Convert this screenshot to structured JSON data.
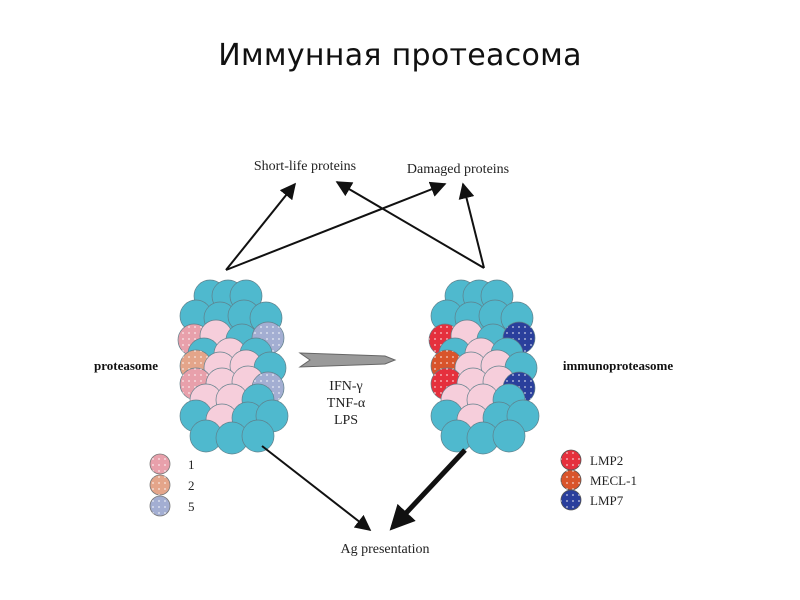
{
  "slide": {
    "title": "Иммунная протеасома"
  },
  "diagram": {
    "left_label": "proteasome",
    "right_label": "immunoproteasome",
    "top_targets": {
      "short_life": "Short-life proteins",
      "damaged": "Damaged proteins"
    },
    "bottom_target": "Ag presentation",
    "inducers": [
      "IFN-γ",
      "TNF-α",
      "LPS"
    ],
    "legend_constitutive": [
      {
        "label": "1",
        "color": "#e8a0ab"
      },
      {
        "label": "2",
        "color": "#e4a58a"
      },
      {
        "label": "5",
        "color": "#a3aed2"
      }
    ],
    "legend_immuno": [
      {
        "label": "LMP2",
        "color": "#e5303d"
      },
      {
        "label": "MECL-1",
        "color": "#d9542b"
      },
      {
        "label": "LMP7",
        "color": "#2a3f9c"
      }
    ],
    "colors": {
      "alpha_subunit": "#4fb9ce",
      "beta_subunit": "#f6cedb"
    }
  }
}
